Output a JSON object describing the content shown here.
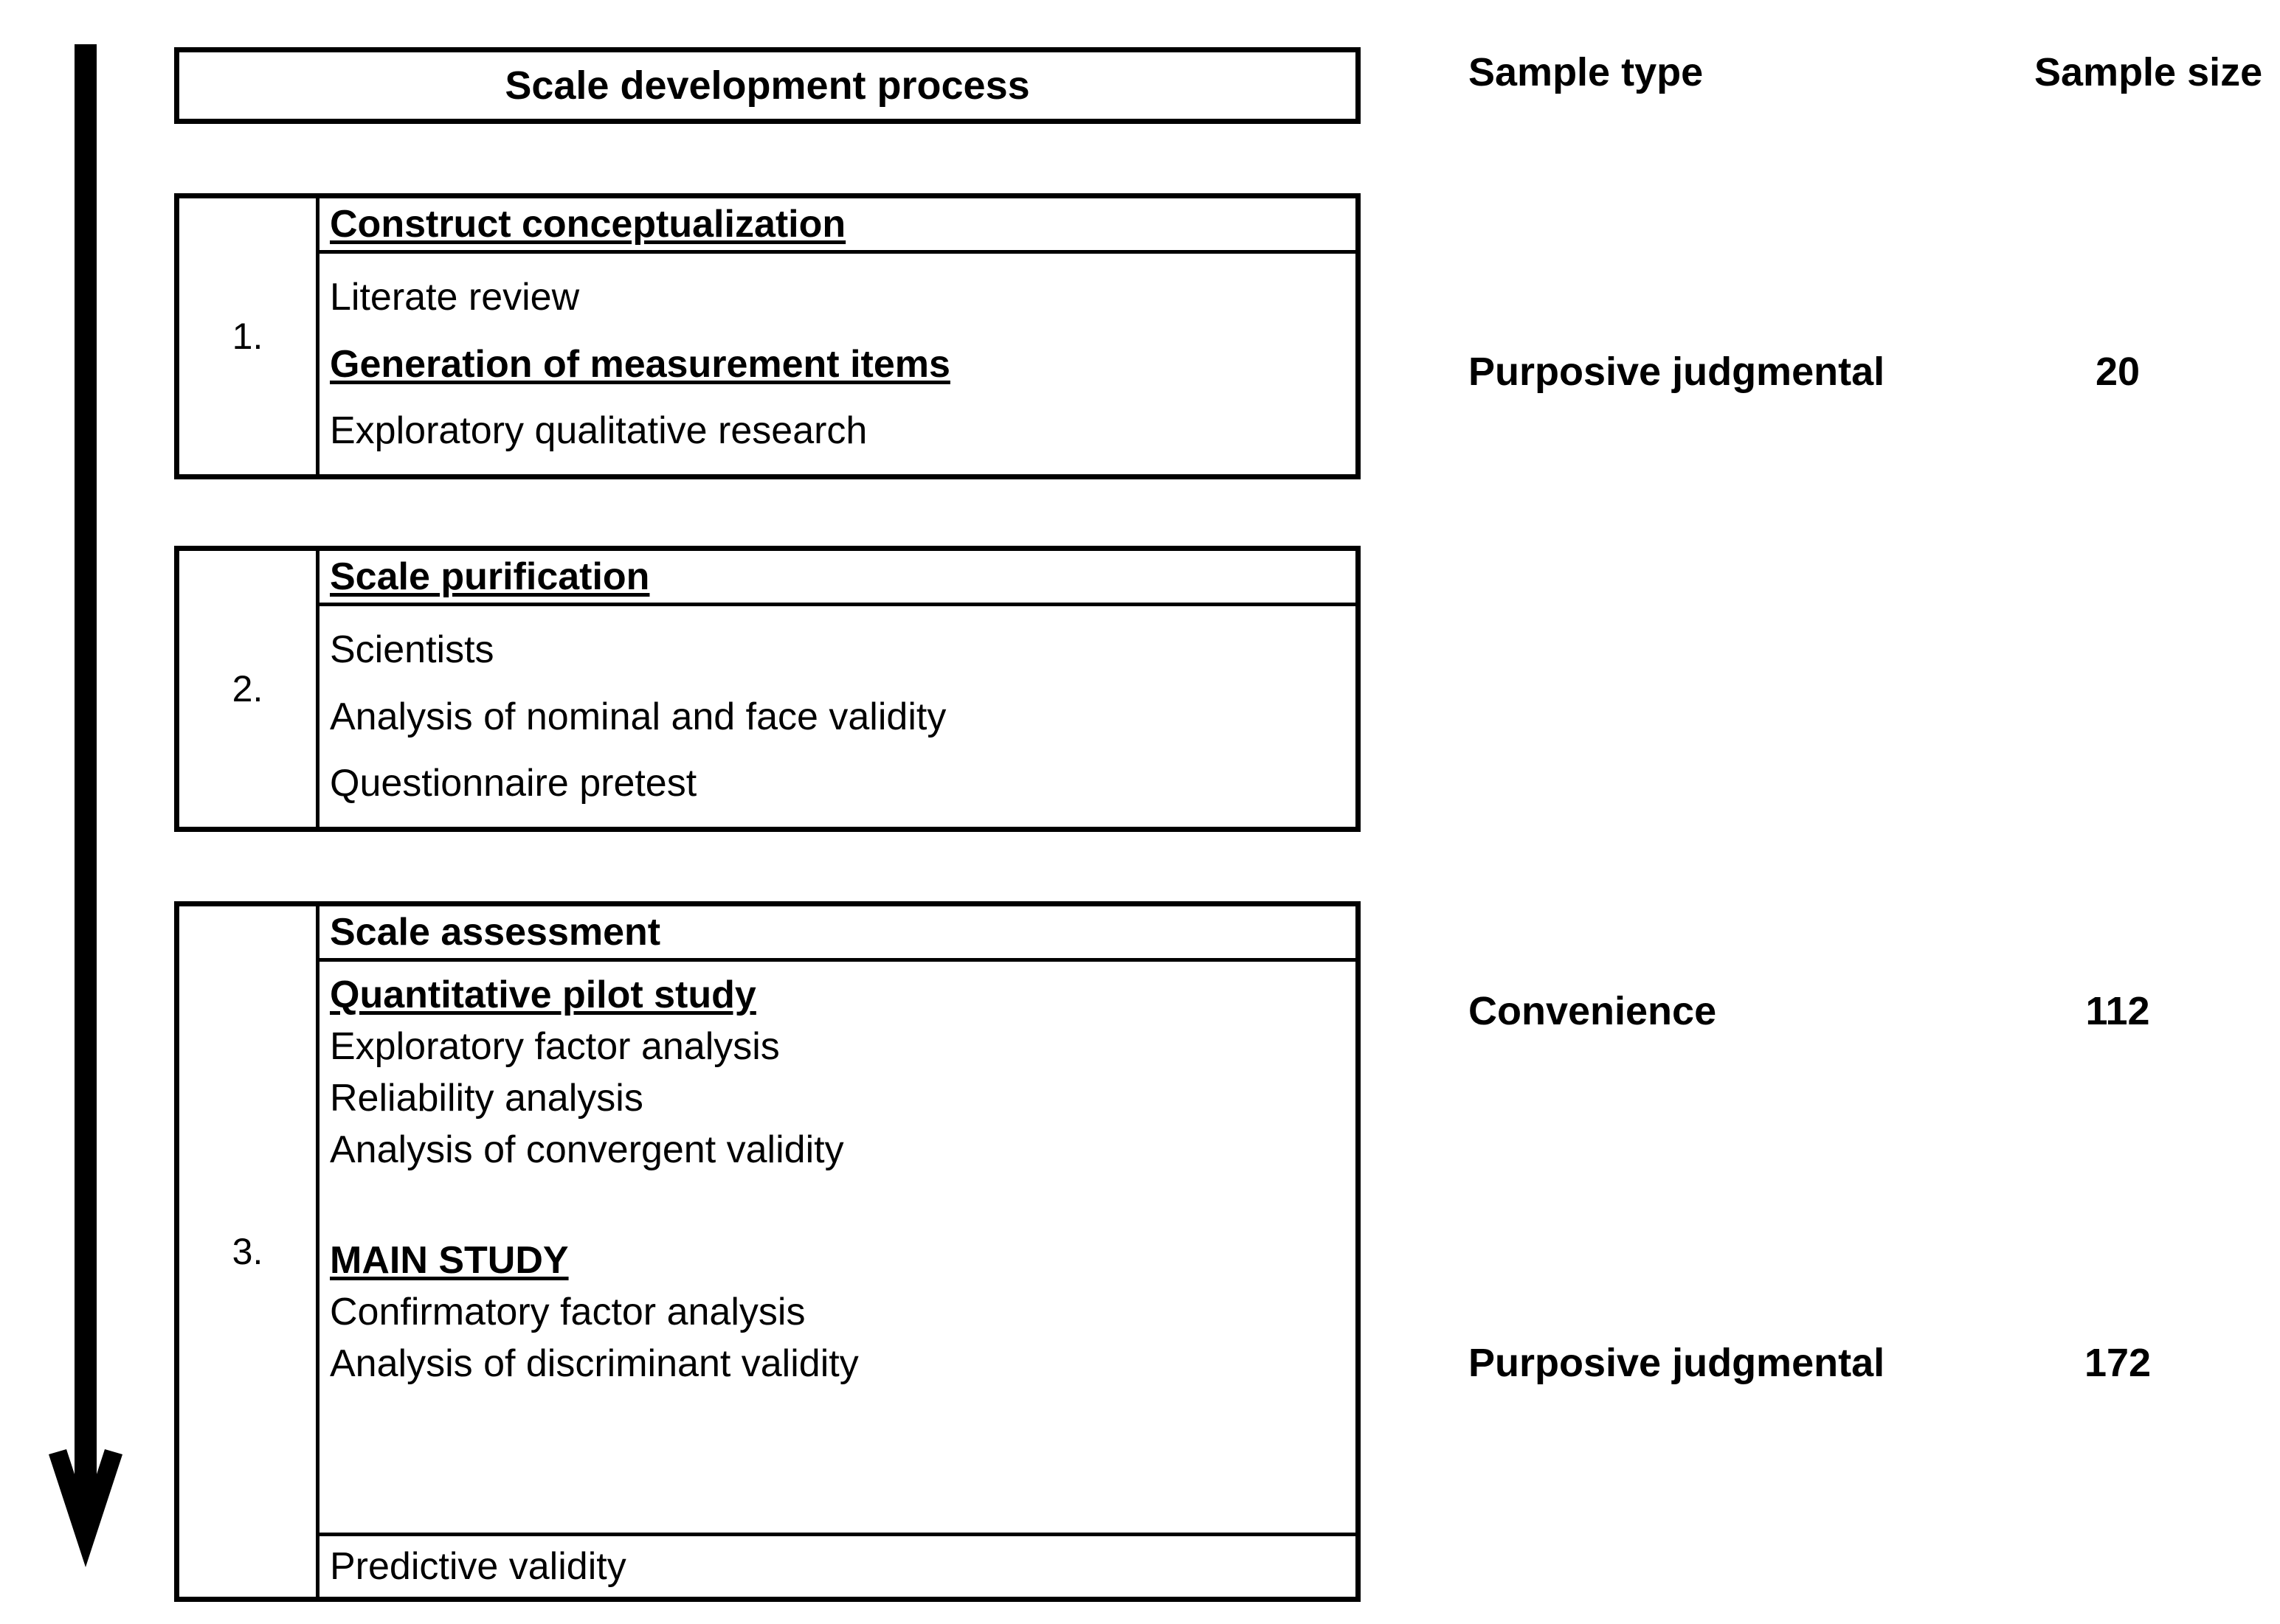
{
  "headers": {
    "sample_type": "Sample type",
    "sample_size": "Sample size"
  },
  "title_box": {
    "label": "Scale development process"
  },
  "arrow": {
    "icon": "down-arrow-icon",
    "direction": "down"
  },
  "stages": [
    {
      "number": "1.",
      "heading": "Construct conceptualization",
      "items": [
        {
          "text": "Literate review",
          "bold": false,
          "underline": false
        },
        {
          "text": "Generation of measurement items",
          "bold": true,
          "underline": true
        },
        {
          "text": "Exploratory qualitative research",
          "bold": false,
          "underline": false
        }
      ]
    },
    {
      "number": "2.",
      "heading": "Scale purification",
      "items": [
        {
          "text": "Scientists",
          "bold": false,
          "underline": false
        },
        {
          "text": "Analysis of nominal and face validity",
          "bold": false,
          "underline": false
        },
        {
          "text": "Questionnaire pretest",
          "bold": false,
          "underline": false
        }
      ]
    },
    {
      "number": "3.",
      "heading": "Scale assessment",
      "items": [
        {
          "text": "Quantitative pilot study",
          "bold": true,
          "underline": true
        },
        {
          "text": "Exploratory factor analysis",
          "bold": false,
          "underline": false
        },
        {
          "text": "Reliability analysis",
          "bold": false,
          "underline": false
        },
        {
          "text": "Analysis of convergent validity",
          "bold": false,
          "underline": false
        },
        {
          "text": "",
          "bold": false,
          "underline": false
        },
        {
          "text": "MAIN STUDY",
          "bold": true,
          "underline": true
        },
        {
          "text": "Confirmatory factor analysis",
          "bold": false,
          "underline": false
        },
        {
          "text": "Analysis of discriminant validity",
          "bold": false,
          "underline": false
        }
      ],
      "footer_item": {
        "text": "Predictive validity",
        "bold": false,
        "underline": false
      }
    }
  ],
  "samples": [
    {
      "type": "Purposive judgmental",
      "size": "20"
    },
    {
      "type": "Convenience",
      "size": "112"
    },
    {
      "type": "Purposive judgmental",
      "size": "172"
    }
  ]
}
